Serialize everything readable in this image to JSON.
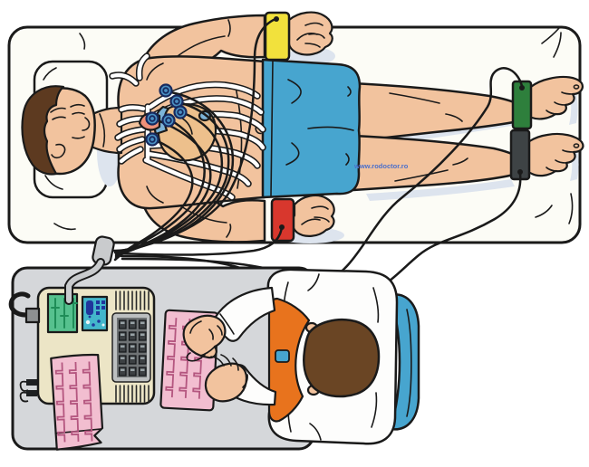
{
  "watermark": {
    "text": "www.rodoctor.ro"
  },
  "scene": {
    "type": "medical-illustration",
    "subject": "ECG (electrocardiogram) recording procedure seen from above",
    "patient": {
      "position": "lying supine on examination bed, head on pillow at left",
      "clothing": "blue shorts",
      "chest": "transparent view of ribcage and heart",
      "electrodes": [
        {
          "location": "left wrist",
          "color_name": "yellow"
        },
        {
          "location": "right wrist",
          "color_name": "red"
        },
        {
          "location": "left ankle",
          "color_name": "green"
        },
        {
          "location": "right ankle",
          "color_name": "black"
        },
        {
          "location": "chest",
          "color_name": "blue suction cups",
          "count": 6
        }
      ]
    },
    "equipment": {
      "machine": "ECG recorder on gray table with green connector panel, teal display panel, keypad, vents, power cable",
      "printouts": 2,
      "printout_style": "pink strips with dark pink square-pulse traces"
    },
    "staff": {
      "role": "technician seated at table examining printout",
      "clothing": "white coat over orange shirt",
      "chair_color_name": "blue"
    }
  },
  "colors": {
    "bg": "#ffffff",
    "line": "#1a1a1a",
    "bed": "#fcfcf6",
    "shadow": "#dde4ee",
    "skin": "#f2c39e",
    "hair_patient": "#5d3a20",
    "hair_tech": "#6a4524",
    "blue": "#47a5cf",
    "strap_yellow": "#f2e13c",
    "strap_red": "#d8372d",
    "strap_green": "#2e7f3c",
    "strap_black": "#3e4345",
    "machine": "#ece5c6",
    "panel_green": "#56c18e",
    "panel_green_line": "#1f8d58",
    "panel_teal": "#43b6cb",
    "panel_navy": "#20369c",
    "keypad_bezel": "#bcbfc0",
    "keypad": "#6f7375",
    "key": "#3c4043",
    "key_hi": "#98a2a6",
    "table": "#d5d7da",
    "strip": "#f2bed0",
    "trace": "#b4567f",
    "coat": "#fdfdfc",
    "shirt": "#e8731d",
    "heart_tan": "#edc08c",
    "heart_blue": "#7db4d8",
    "heart_red": "#ef9179",
    "electrode": "#4a8fc2",
    "electrode_dark": "#16295e",
    "cable": "#c9cbcd",
    "wm": "#4a6fcc"
  }
}
